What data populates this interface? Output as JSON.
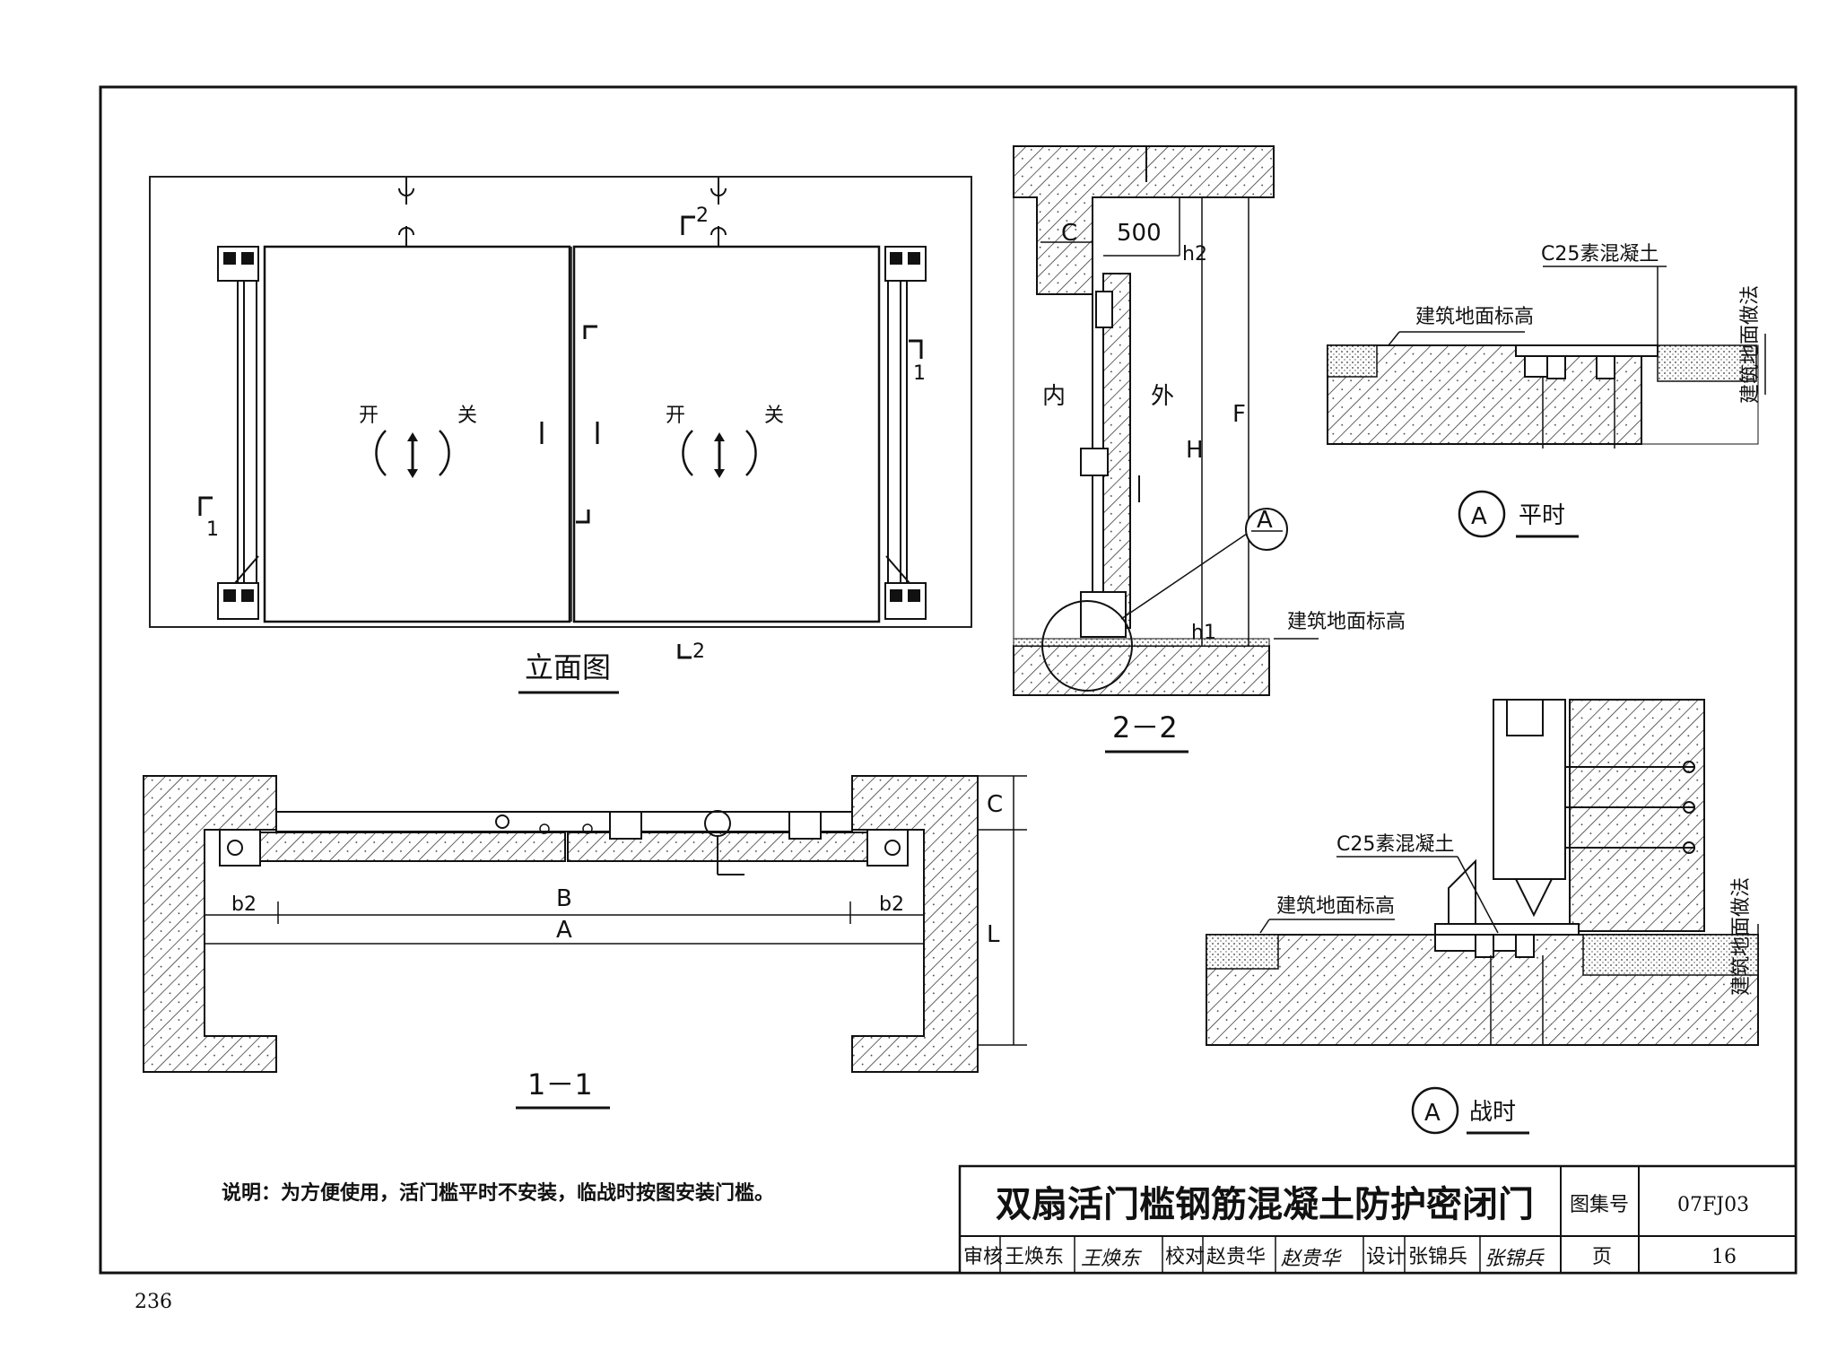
{
  "page_number": "236",
  "elevation": {
    "caption": "立面图",
    "open_label": "开",
    "close_label": "关",
    "section_1": "1",
    "section_2": "2"
  },
  "section_22": {
    "caption": "2－2",
    "dim_500": "500",
    "dim_c": "C",
    "dim_h2": "h2",
    "dim_h": "H",
    "dim_f": "F",
    "dim_h1": "h1",
    "inside": "内",
    "outside": "外",
    "detail_ref": "A",
    "floor_level": "建筑地面标高"
  },
  "section_11": {
    "caption": "1－1",
    "dim_b2_left": "b2",
    "dim_b": "B",
    "dim_b2_right": "b2",
    "dim_a": "A",
    "dim_c": "C",
    "dim_l": "L"
  },
  "detail_peace": {
    "concrete": "C25素混凝土",
    "floor_level": "建筑地面标高",
    "finish": "建筑地面做法",
    "ref": "A",
    "caption": "平时"
  },
  "detail_war": {
    "concrete": "C25素混凝土",
    "floor_level": "建筑地面标高",
    "finish": "建筑地面做法",
    "ref": "A",
    "caption": "战时"
  },
  "note": "说明：为方便使用，活门槛平时不安装，临战时按图安装门槛。",
  "title_block": {
    "title": "双扇活门槛钢筋混凝土防护密闭门",
    "atlas_label": "图集号",
    "atlas_no": "07FJ03",
    "review_label": "审核",
    "review_name": "王焕东",
    "review_sign": "王焕东",
    "check_label": "校对",
    "check_name": "赵贵华",
    "check_sign": "赵贵华",
    "design_label": "设计",
    "design_name": "张锦兵",
    "design_sign": "张锦兵",
    "page_label": "页",
    "page_no": "16"
  }
}
